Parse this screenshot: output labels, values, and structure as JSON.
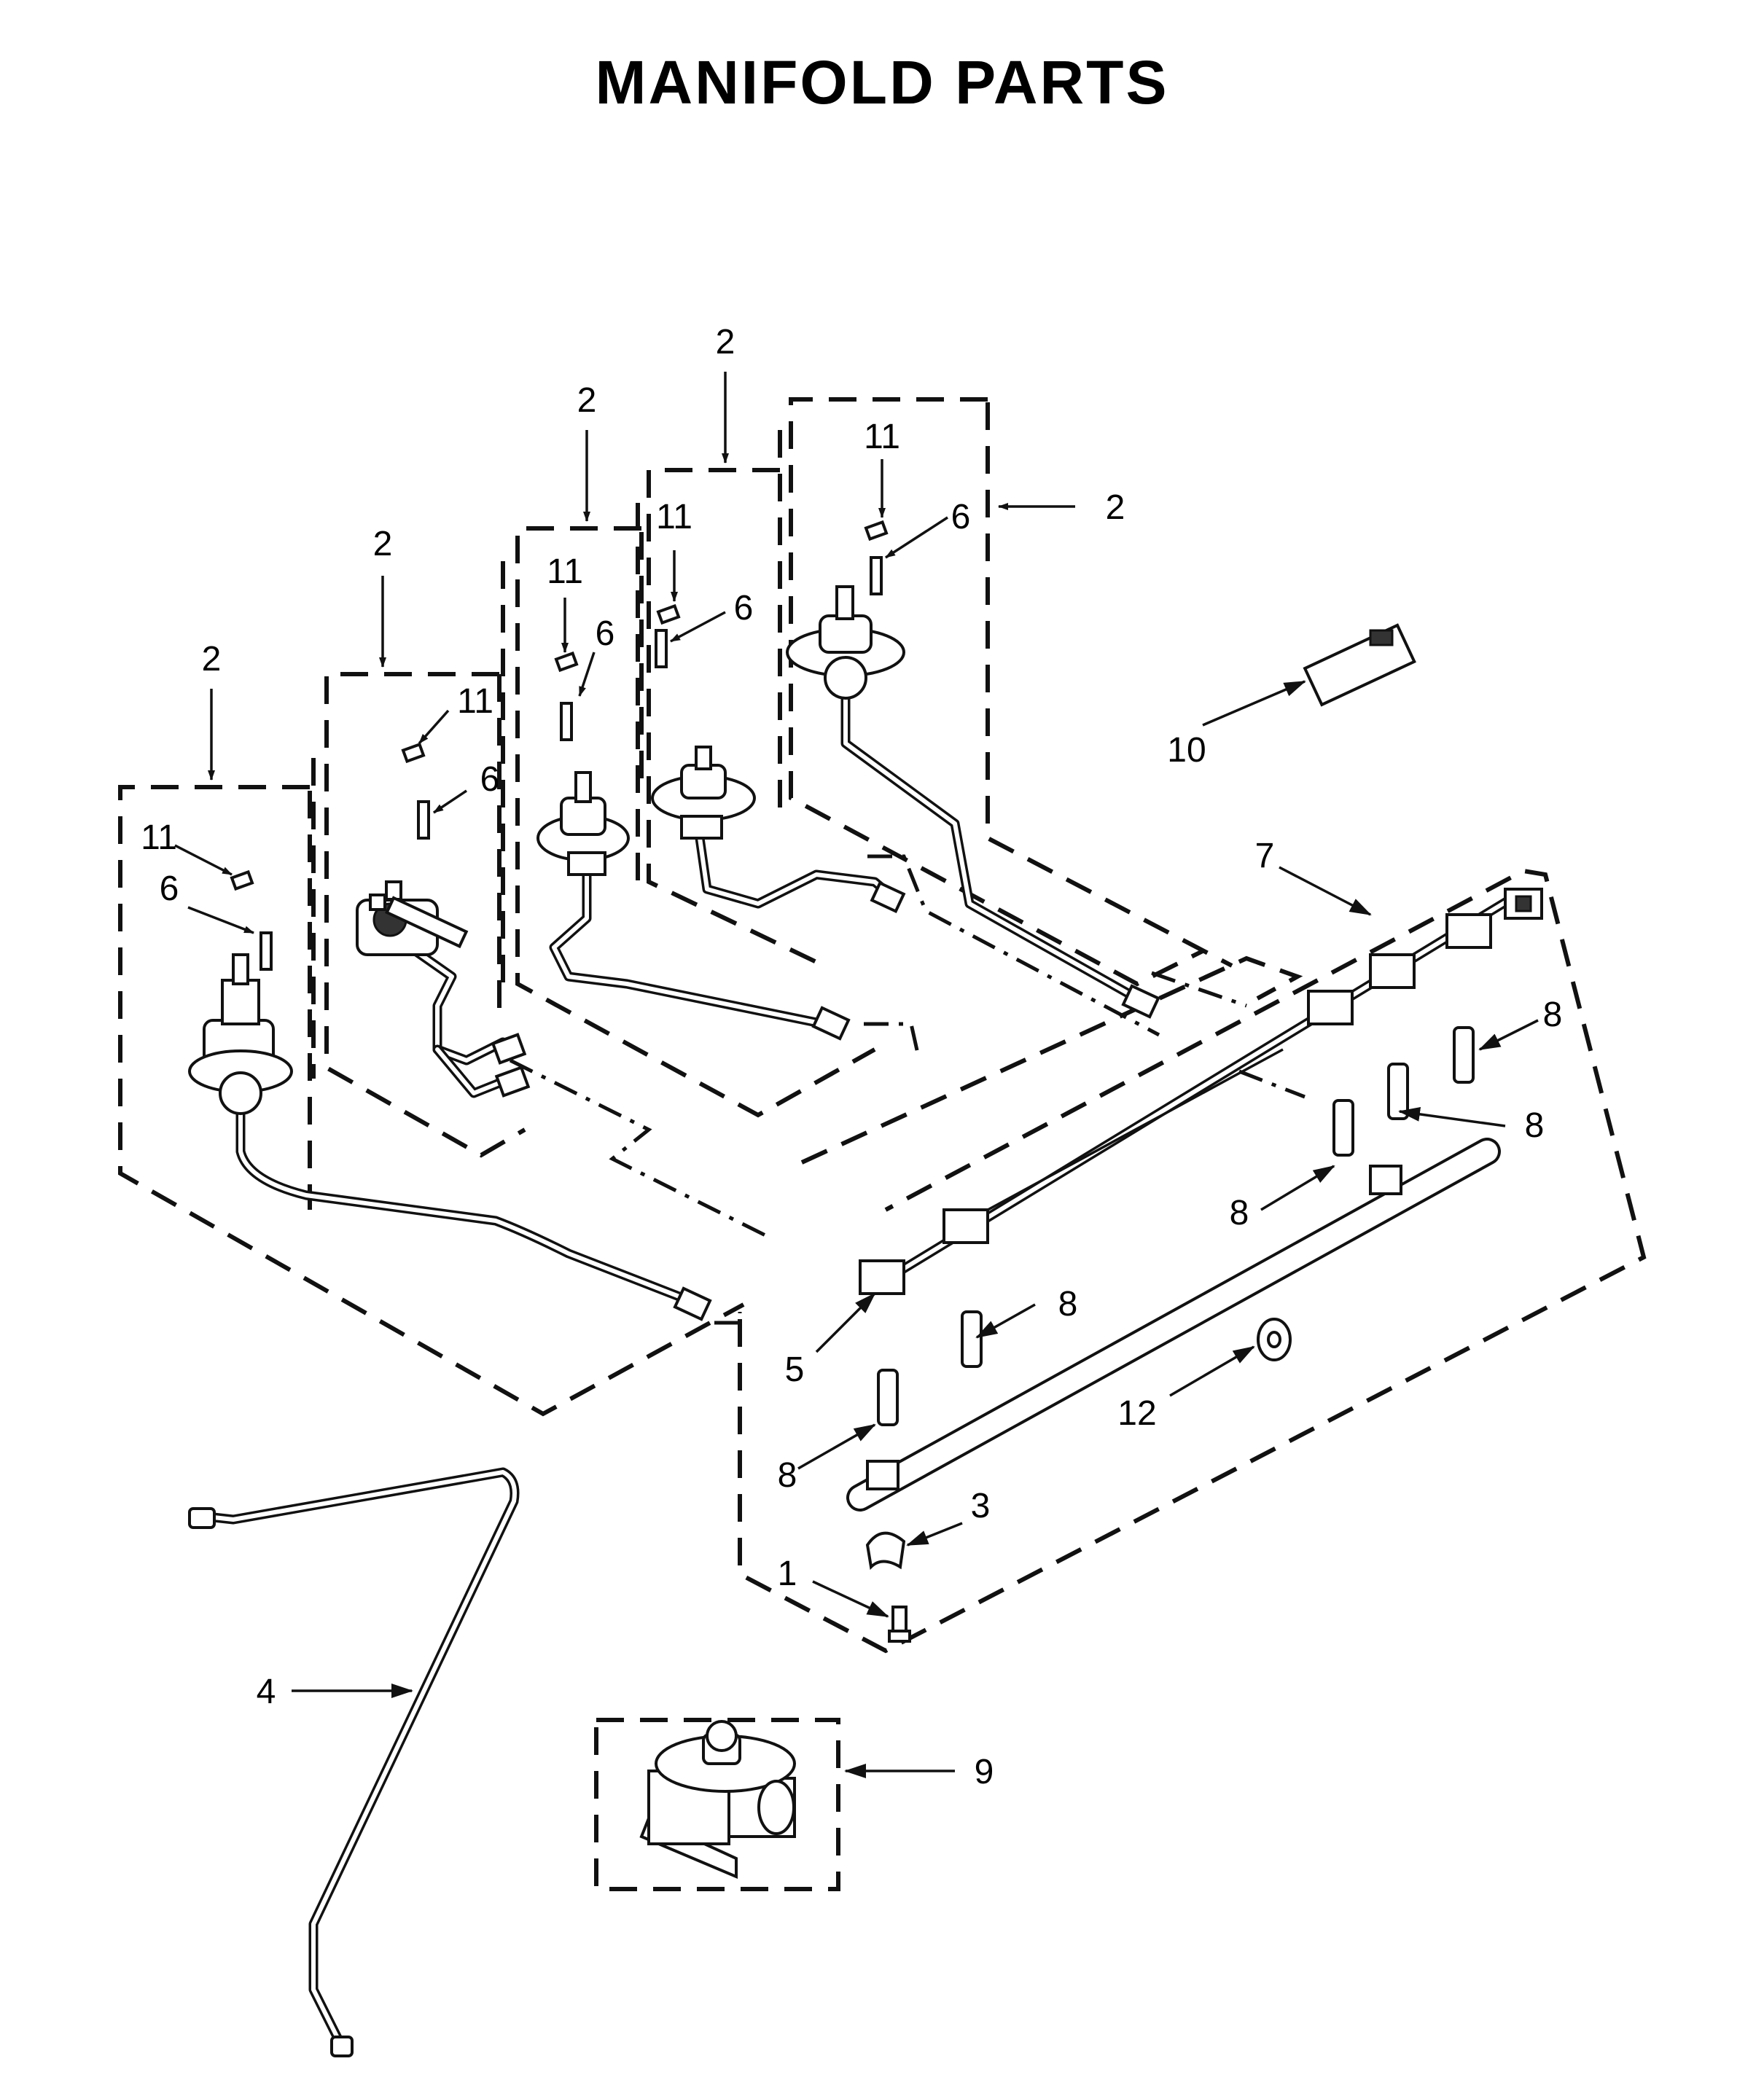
{
  "title": "MANIFOLD PARTS",
  "callouts": {
    "c1": "1",
    "c2": "2",
    "c3": "3",
    "c4": "4",
    "c5": "5",
    "c6": "6",
    "c7": "7",
    "c8": "8",
    "c9": "9",
    "c10": "10",
    "c11": "11",
    "c12": "12"
  }
}
